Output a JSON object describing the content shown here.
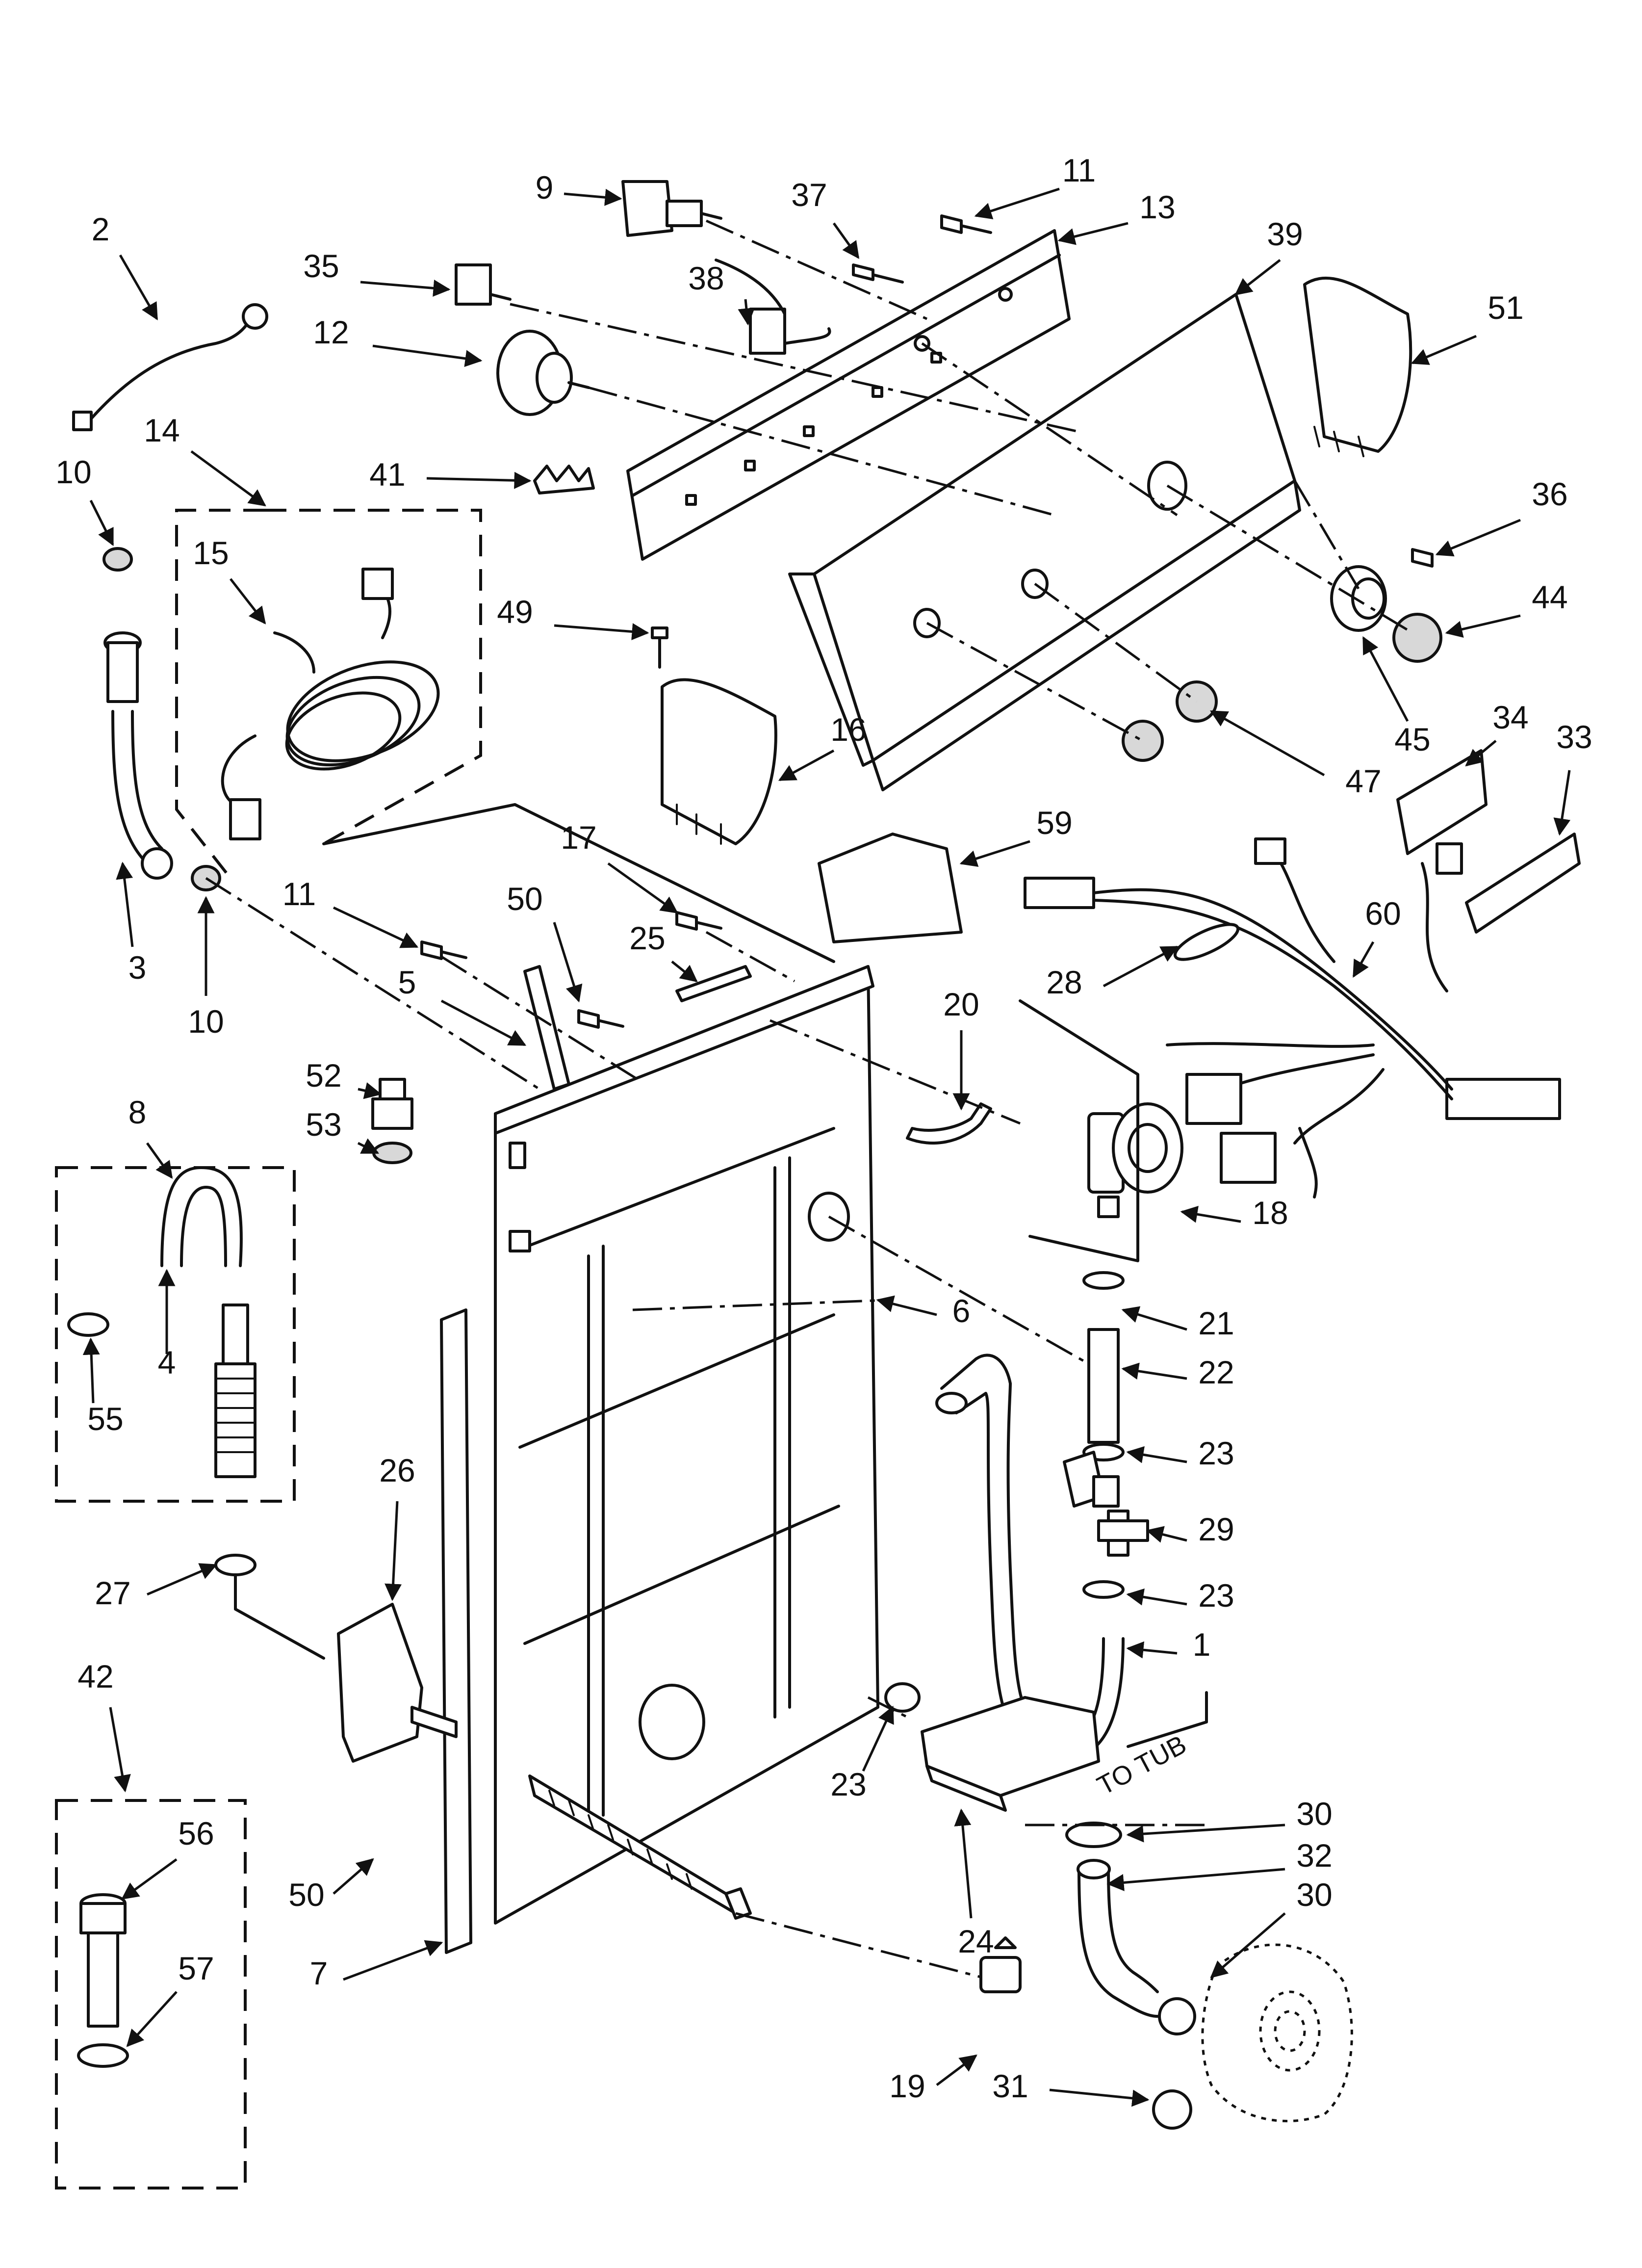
{
  "callout_labels": [
    "2",
    "10",
    "14",
    "15",
    "3",
    "10",
    "9",
    "35",
    "12",
    "37",
    "38",
    "11",
    "13",
    "39",
    "51",
    "41",
    "36",
    "44",
    "45",
    "47",
    "49",
    "16",
    "34",
    "33",
    "59",
    "60",
    "28",
    "17",
    "11",
    "50",
    "25",
    "5",
    "20",
    "52",
    "53",
    "8",
    "4",
    "55",
    "18",
    "21",
    "22",
    "23",
    "29",
    "23",
    "1",
    "6",
    "26",
    "27",
    "23",
    "24",
    "30",
    "32",
    "30",
    "42",
    "56",
    "57",
    "50",
    "7",
    "19",
    "31"
  ],
  "to_tub_label": "TO TUB"
}
